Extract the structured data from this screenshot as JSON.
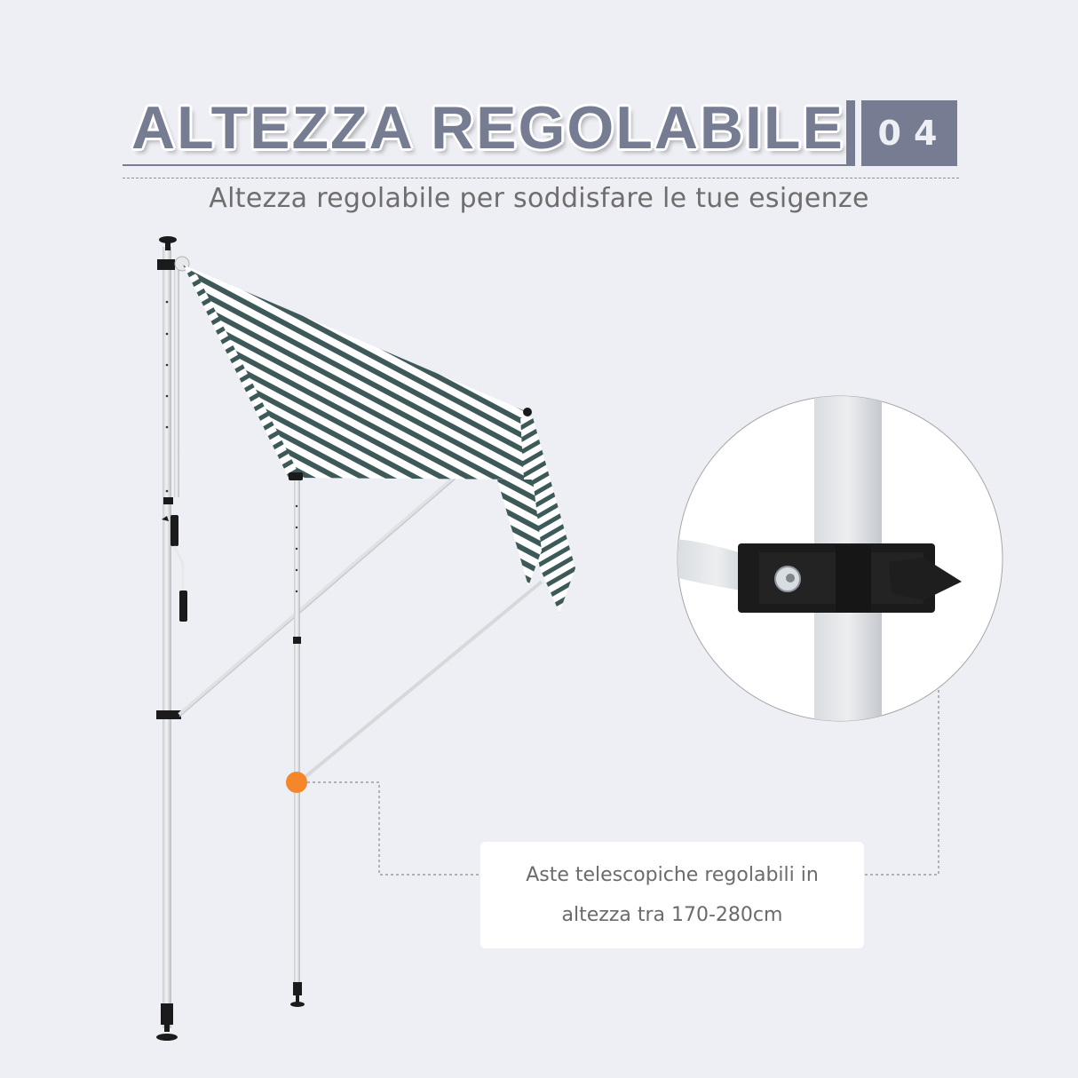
{
  "header": {
    "title": "ALTEZZA REGOLABILE",
    "badge_number": "04",
    "subtitle": "Altezza regolabile per soddisfare le tue esigenze"
  },
  "callout": {
    "line1": "Aste telescopiche regolabili in",
    "line2": "altezza tra 170-280cm"
  },
  "colors": {
    "background": "#eeeff4",
    "title": "#767d93",
    "accent_dot": "#f5862a",
    "awning_stripe": "#3d5a58",
    "awning_light": "#ffffff",
    "hardware": "#1b1b1b",
    "pole": "#e6e8ea"
  },
  "illustration": {
    "product": "retractable-striped-awning",
    "detail_view": "pole-clamp-closeup"
  }
}
